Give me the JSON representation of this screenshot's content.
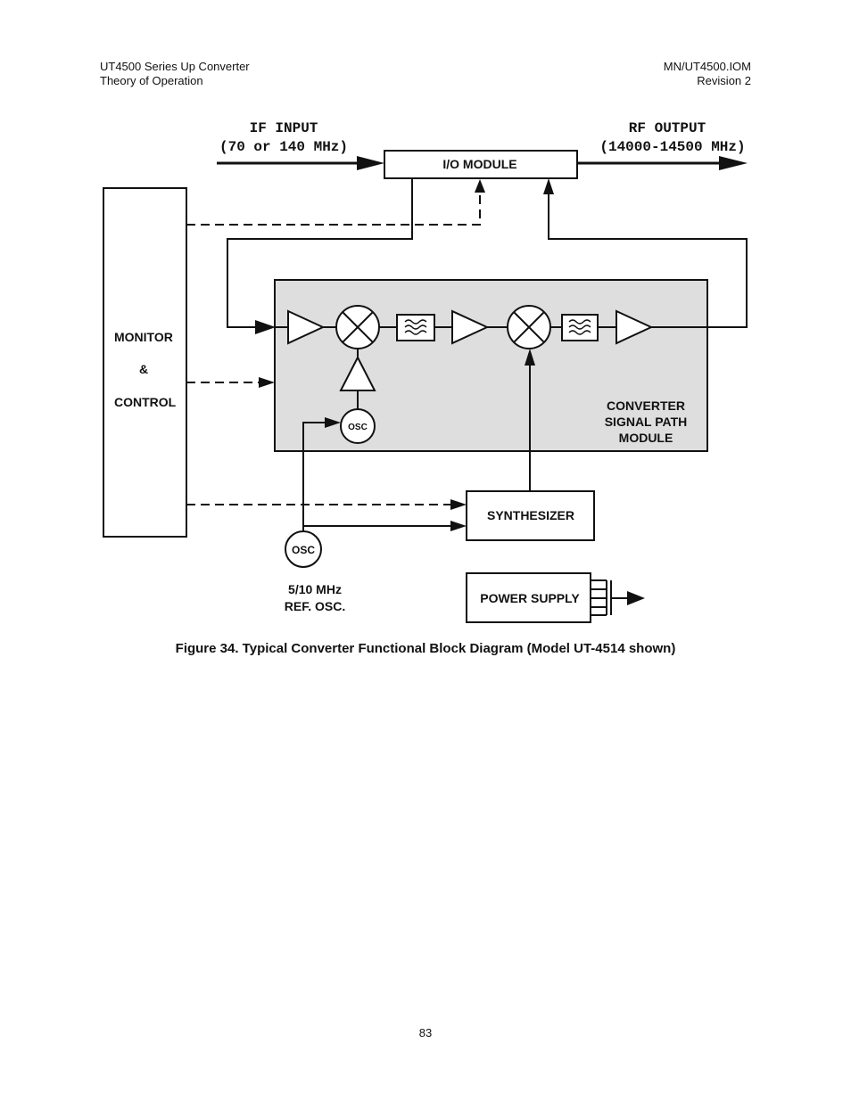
{
  "header": {
    "left_line1": "UT4500 Series Up Converter",
    "left_line2": "Theory of Operation",
    "right_line1": "MN/UT4500.IOM",
    "right_line2": "Revision 2"
  },
  "diagram": {
    "if_input_line1": "IF INPUT",
    "if_input_line2": "(70 or 140 MHz)",
    "rf_output_line1": "RF OUTPUT",
    "rf_output_line2": "(14000-14500 MHz)",
    "io_module": "I/O MODULE",
    "monitor_line1": "MONITOR",
    "monitor_line2": "&",
    "monitor_line3": "CONTROL",
    "converter_line1": "CONVERTER",
    "converter_line2": "SIGNAL PATH",
    "converter_line3": "MODULE",
    "inner_osc": "OSC",
    "ref_osc": "OSC",
    "ref_osc_line1": "5/10 MHz",
    "ref_osc_line2": "REF. OSC.",
    "synthesizer": "SYNTHESIZER",
    "power_supply": "POWER SUPPLY"
  },
  "caption": "Figure 34.  Typical Converter Functional Block Diagram (Model UT-4514 shown)",
  "page_number": "83"
}
